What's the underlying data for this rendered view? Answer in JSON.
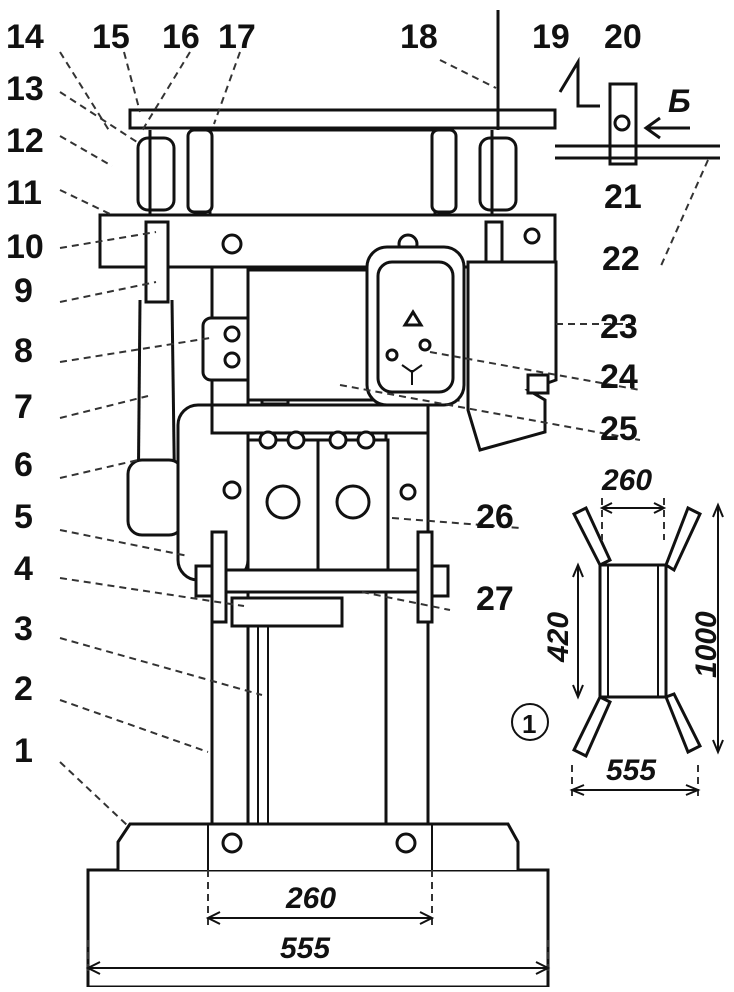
{
  "callouts": [
    "1",
    "2",
    "3",
    "4",
    "5",
    "6",
    "7",
    "8",
    "9",
    "10",
    "11",
    "12",
    "13",
    "14",
    "15",
    "16",
    "17",
    "18",
    "19",
    "20",
    "21",
    "22",
    "23",
    "24",
    "25",
    "26",
    "27"
  ],
  "view_marker": "Б",
  "detail_marker": "1",
  "dimensions": {
    "base_inner": "260",
    "base_outer": "555",
    "plan_top": "260",
    "plan_height": "420",
    "plan_total": "1000",
    "plan_bottom": "555"
  },
  "colors": {
    "ink": "#111111",
    "paper": "#ffffff"
  }
}
